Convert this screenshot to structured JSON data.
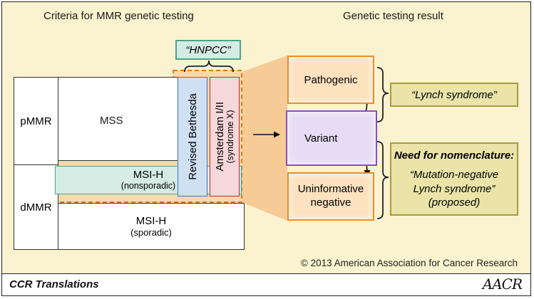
{
  "headers": {
    "left": "Criteria for MMR genetic testing",
    "right": "Genetic testing result"
  },
  "hnpcc_label": "“HNPCC”",
  "status_labels": {
    "pmmr": "pMMR",
    "dmmr": "dMMR"
  },
  "categories": {
    "mss": "MSS",
    "msi_nonsporadic": {
      "title": "MSI-H",
      "subtitle": "(nonsporadic)"
    },
    "msi_sporadic": {
      "title": "MSI-H",
      "subtitle": "(sporadic)"
    }
  },
  "criteria": {
    "bethesda": "Revised Bethesda",
    "amsterdam": {
      "title": "Amsterdam I/II",
      "subtitle": "(syndrome X)"
    }
  },
  "results": {
    "pathogenic": "Pathogenic",
    "variant": "Variant",
    "uninformative": {
      "line1": "Uninformative",
      "line2": "negative"
    }
  },
  "outcomes": {
    "lynch": "“Lynch syndrome”",
    "nomenclature_title": "Need for nomenclature:",
    "nomenclature_line1": "“Mutation-negative",
    "nomenclature_line2": "Lynch syndrome”",
    "nomenclature_line3": "(proposed)"
  },
  "copyright": "© 2013 American Association for Cancer Research",
  "footer": {
    "title": "CCR Translations",
    "logo": "AACR"
  },
  "colors": {
    "background": "#fbf2cf",
    "orange_border": "#f08c24",
    "olive_fill": "#eae4a9",
    "teal_border": "#4ba58b",
    "purple_border": "#8a4fc0",
    "bethesda_border": "#3f6fbf",
    "amsterdam_border": "#c0243c"
  }
}
